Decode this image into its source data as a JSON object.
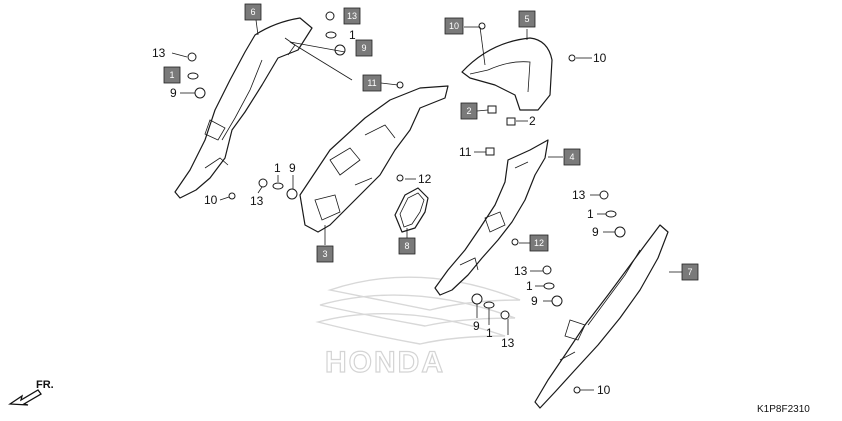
{
  "catalog_code": "K1P8F2310",
  "direction_marker": "FR.",
  "watermark_text": "HONDA",
  "box_labels": {
    "b1": "1",
    "b2": "2",
    "b3": "3",
    "b4": "4",
    "b5": "5",
    "b6": "6",
    "b7": "7",
    "b8": "8",
    "b9": "9",
    "b10": "10",
    "b11": "11",
    "b12": "12",
    "b13": "13"
  },
  "callouts": {
    "c13_top_left": "13",
    "c9_left": "9",
    "c10_left": "10",
    "c1_mid": "1",
    "c9_mid": "9",
    "c13_mid": "13",
    "c1_top": "1",
    "c2_right": "2",
    "c10_right": "10",
    "c11_mid": "11",
    "c12_mid": "12",
    "c13_right_a": "13",
    "c1_right_a": "1",
    "c9_right_a": "9",
    "c13_right_b": "13",
    "c1_right_b": "1",
    "c9_right_b": "9",
    "c9_bottom": "9",
    "c1_bottom": "1",
    "c13_bottom": "13",
    "c10_bottom": "10"
  }
}
